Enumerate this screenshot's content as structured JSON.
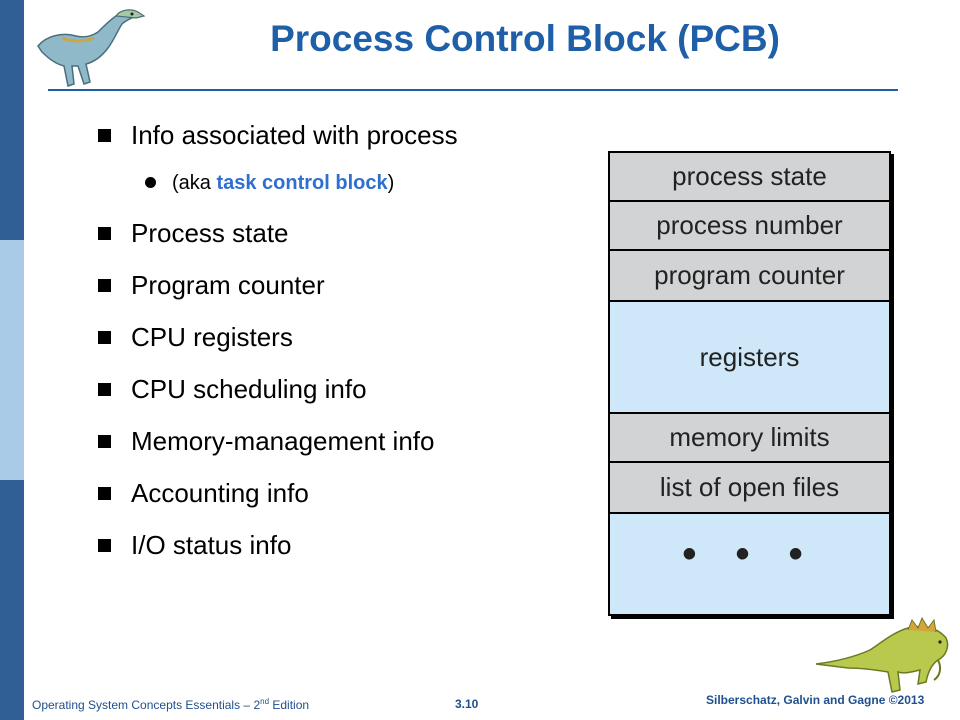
{
  "slide": {
    "title": "Process Control Block (PCB)",
    "bullets": [
      {
        "text": "Info associated with process"
      },
      {
        "sub": true,
        "prefix": "(aka ",
        "highlight": "task control block",
        "suffix": ")"
      },
      {
        "text": "Process state"
      },
      {
        "text": "Program counter"
      },
      {
        "text": "CPU registers"
      },
      {
        "text": "CPU scheduling info"
      },
      {
        "text": "Memory-management info"
      },
      {
        "text": "Accounting info"
      },
      {
        "text": "I/O status info"
      }
    ]
  },
  "pcb_diagram": {
    "fields": [
      "process state",
      "process number",
      "program counter",
      "registers",
      "memory limits",
      "list of open files",
      "• • •"
    ]
  },
  "footer": {
    "left_main": "Operating System Concepts Essentials – 2",
    "left_sup": "nd",
    "left_tail": " Edition",
    "page_number": "3.10",
    "right": "Silberschatz, Galvin and Gagne ©2013"
  },
  "colors": {
    "title": "#1f5fa8",
    "highlight": "#2f6fd0",
    "strip_dark": "#2f5f95",
    "strip_light": "#a9cbe8",
    "cell_gray": "#d1d3d4",
    "cell_blue": "#cfe8f9"
  }
}
